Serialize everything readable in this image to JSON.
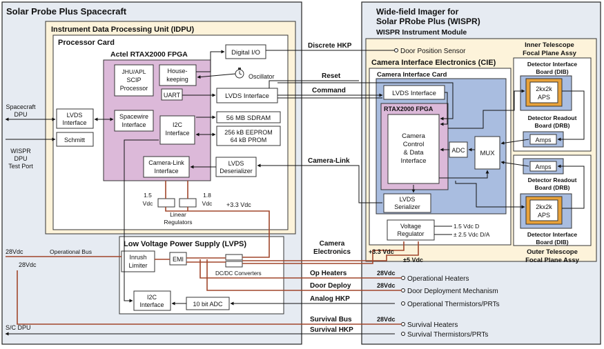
{
  "spacecraft": {
    "title": "Solar Probe Plus Spacecraft",
    "idpu_title": "Instrument Data Processing Unit (IDPU)",
    "processor_card": "Processor Card",
    "fpga_title": "Actel RTAX2000 FPGA",
    "scip": [
      "JHU/APL",
      "SCIP",
      "Processor"
    ],
    "housekeeping": [
      "House-",
      "keeping"
    ],
    "uart": "UART",
    "spacewire": [
      "Spacewire",
      "Interface"
    ],
    "i2c": [
      "I2C",
      "Interface"
    ],
    "camlink": [
      "Camera-Link",
      "Interface"
    ],
    "digital_io": "Digital I/O",
    "oscillator": "Oscillator",
    "lvds_interface": "LVDS Interface",
    "sdram": "56 MB SDRAM",
    "eeprom": [
      "256 kB EEPROM",
      "64 kB PROM"
    ],
    "lvds_deser": [
      "LVDS",
      "Deserializer"
    ],
    "lvds_if_left": [
      "LVDS",
      "Interface"
    ],
    "schmitt": "Schmitt",
    "spacecraft_dpu": [
      "Spacecraft",
      "DPU"
    ],
    "wispr_dpu": [
      "WISPR",
      "DPU",
      "Test Port"
    ],
    "v15": [
      "1.5",
      "Vdc"
    ],
    "v18": [
      "1.8",
      "Vdc"
    ],
    "linear_regulators": [
      "Linear",
      "Regulators"
    ],
    "v33": "+3.3 Vdc",
    "lvps_title": "Low Voltage Power Supply (LVPS)",
    "inrush": [
      "Inrush",
      "Limiter"
    ],
    "emi": "EMI",
    "dcdc": "DC/DC Converters",
    "i2c_lvps": [
      "I2C",
      "Interface"
    ],
    "adc10": "10 bit ADC",
    "bus28_op": "28Vdc",
    "operational_bus": "Operational Bus",
    "bus28_surv": "28Vdc",
    "sc_dpu": "S/C DPU"
  },
  "signals": {
    "discrete_hkp": "Discrete HKP",
    "reset": "Reset",
    "command": "Command",
    "camera_link": "Camera-Link",
    "camera_electronics": [
      "Camera",
      "Electronics"
    ],
    "op_heaters": "Op Heaters",
    "door_deploy": "Door Deploy",
    "analog_hkp": "Analog HKP",
    "survival_bus": "Survival Bus",
    "survival_hkp": "Survival HKP",
    "v28_1": "28Vdc",
    "v28_2": "28Vdc",
    "v28_3": "28Vdc"
  },
  "wispr": {
    "title": [
      "Wide-field Imager for",
      "Solar PRobe Plus (WISPR)"
    ],
    "module": "WISPR Instrument Module",
    "door_sensor": "Door Position Sensor",
    "cie_title": "Camera Interface Electronics (CIE)",
    "cic_title": "Camera Interface Card",
    "lvds_interface": "LVDS Interface",
    "fpga": "RTAX2000 FPGA",
    "cam_control": [
      "Camera",
      "Control",
      "& Data",
      "Interface"
    ],
    "adc": "ADC",
    "mux": "MUX",
    "lvds_serializer": [
      "LVDS",
      "Serializer"
    ],
    "voltage_reg": [
      "Voltage",
      "Regulator"
    ],
    "v15d": "1.5 Vdc D",
    "v25da": "± 2.5 Vdc D/A",
    "v33": "+3.3 Vdc",
    "v5": "±5 Vdc",
    "inner_title": [
      "Inner Telescope",
      "Focal Plane Assy"
    ],
    "dib_top": [
      "Detector Interface",
      "Board (DIB)"
    ],
    "aps": [
      "2kx2k",
      "APS"
    ],
    "drb_top": [
      "Detector Readout",
      "Board (DRB)"
    ],
    "amps": "Amps",
    "outer_title": [
      "Outer Telescope",
      "Focal Plane Assy"
    ],
    "drb_bot": [
      "Detector Readout",
      "Board (DRB)"
    ],
    "dib_bot": [
      "Detector Interface",
      "Board (DIB)"
    ]
  },
  "loads": {
    "op_heaters": "Operational Heaters",
    "door_mech": "Door Deployment Mechanism",
    "op_therm": "Operational Thermistors/PRTs",
    "surv_heaters": "Survival Heaters",
    "surv_therm": "Survival Thermistors/PRTs"
  },
  "colors": {
    "frame_fill": "#e6ebf2",
    "idpu_fill": "#fdf3da",
    "fpga_fill": "#dcb9d9",
    "cie_fill": "#a9bde0",
    "aps_gold": "#e8a23a",
    "power_line": "#a0452a"
  }
}
